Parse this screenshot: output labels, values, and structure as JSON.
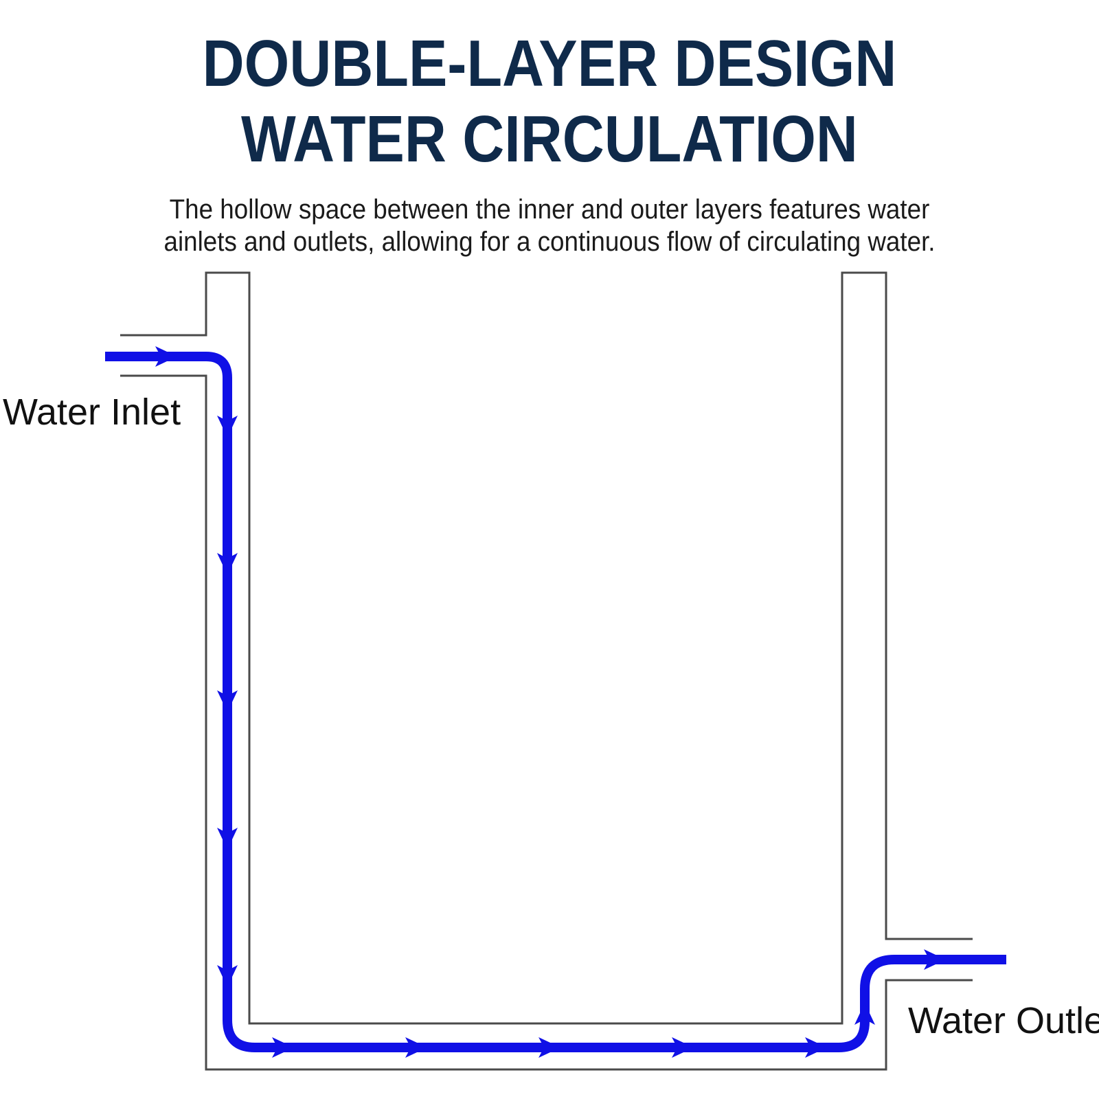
{
  "title": {
    "line1": "DOUBLE-LAYER DESIGN",
    "line2": "WATER CIRCULATION"
  },
  "description": {
    "line1": "The hollow space between the inner and outer layers features water",
    "line2": "ainlets and outlets, allowing for a continuous flow of circulating water."
  },
  "labels": {
    "inlet": "Water Inlet",
    "outlet": "Water Outlet"
  },
  "colors": {
    "title": "#0f2a4a",
    "flow": "#1010e6",
    "wall": "#4a4a4a"
  }
}
